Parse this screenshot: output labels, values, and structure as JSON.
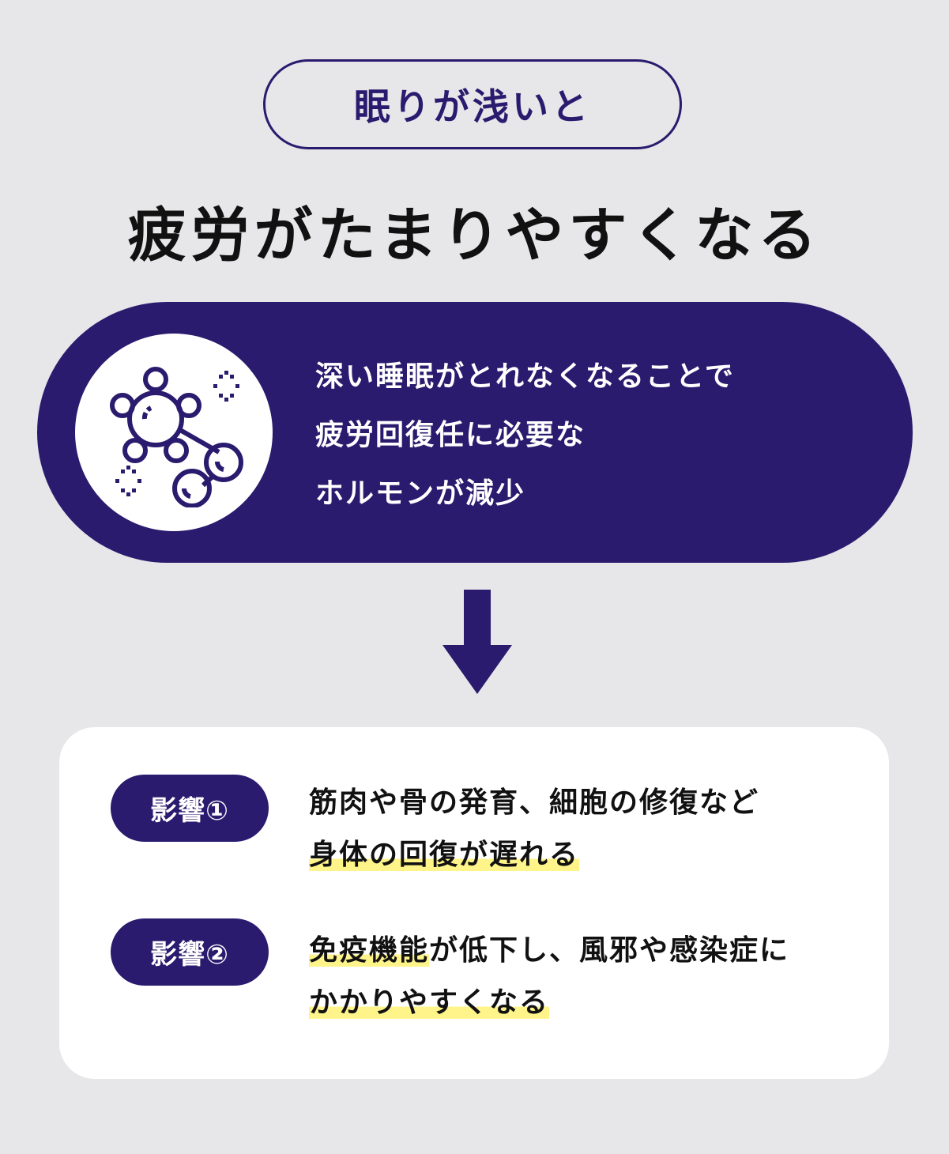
{
  "tag": {
    "label": "眠りが浅いと"
  },
  "headline": "疲労がたまりやすくなる",
  "panel": {
    "icon": "molecule-icon",
    "lines": [
      "深い睡眠がとれなくなることで",
      "疲労回復任に必要な",
      "ホルモンが減少"
    ]
  },
  "arrow": {
    "icon": "arrow-down-icon"
  },
  "effects": [
    {
      "badge": "影響①",
      "lines": [
        [
          {
            "text": "筋肉や骨の発育、細胞の修復など",
            "highlight": false
          }
        ],
        [
          {
            "text": "身体の回復が遅れる",
            "highlight": true
          }
        ]
      ]
    },
    {
      "badge": "影響②",
      "lines": [
        [
          {
            "text": "免疫機能",
            "highlight": true
          },
          {
            "text": "が低下し、風邪や感染症に",
            "highlight": false
          }
        ],
        [
          {
            "text": "かかりやすくなる",
            "highlight": true
          }
        ]
      ]
    }
  ],
  "colors": {
    "background": "#e7e6e9",
    "navy": "#2a1b6e",
    "highlight": "#fff48a",
    "card": "#ffffff",
    "text": "#111111"
  }
}
